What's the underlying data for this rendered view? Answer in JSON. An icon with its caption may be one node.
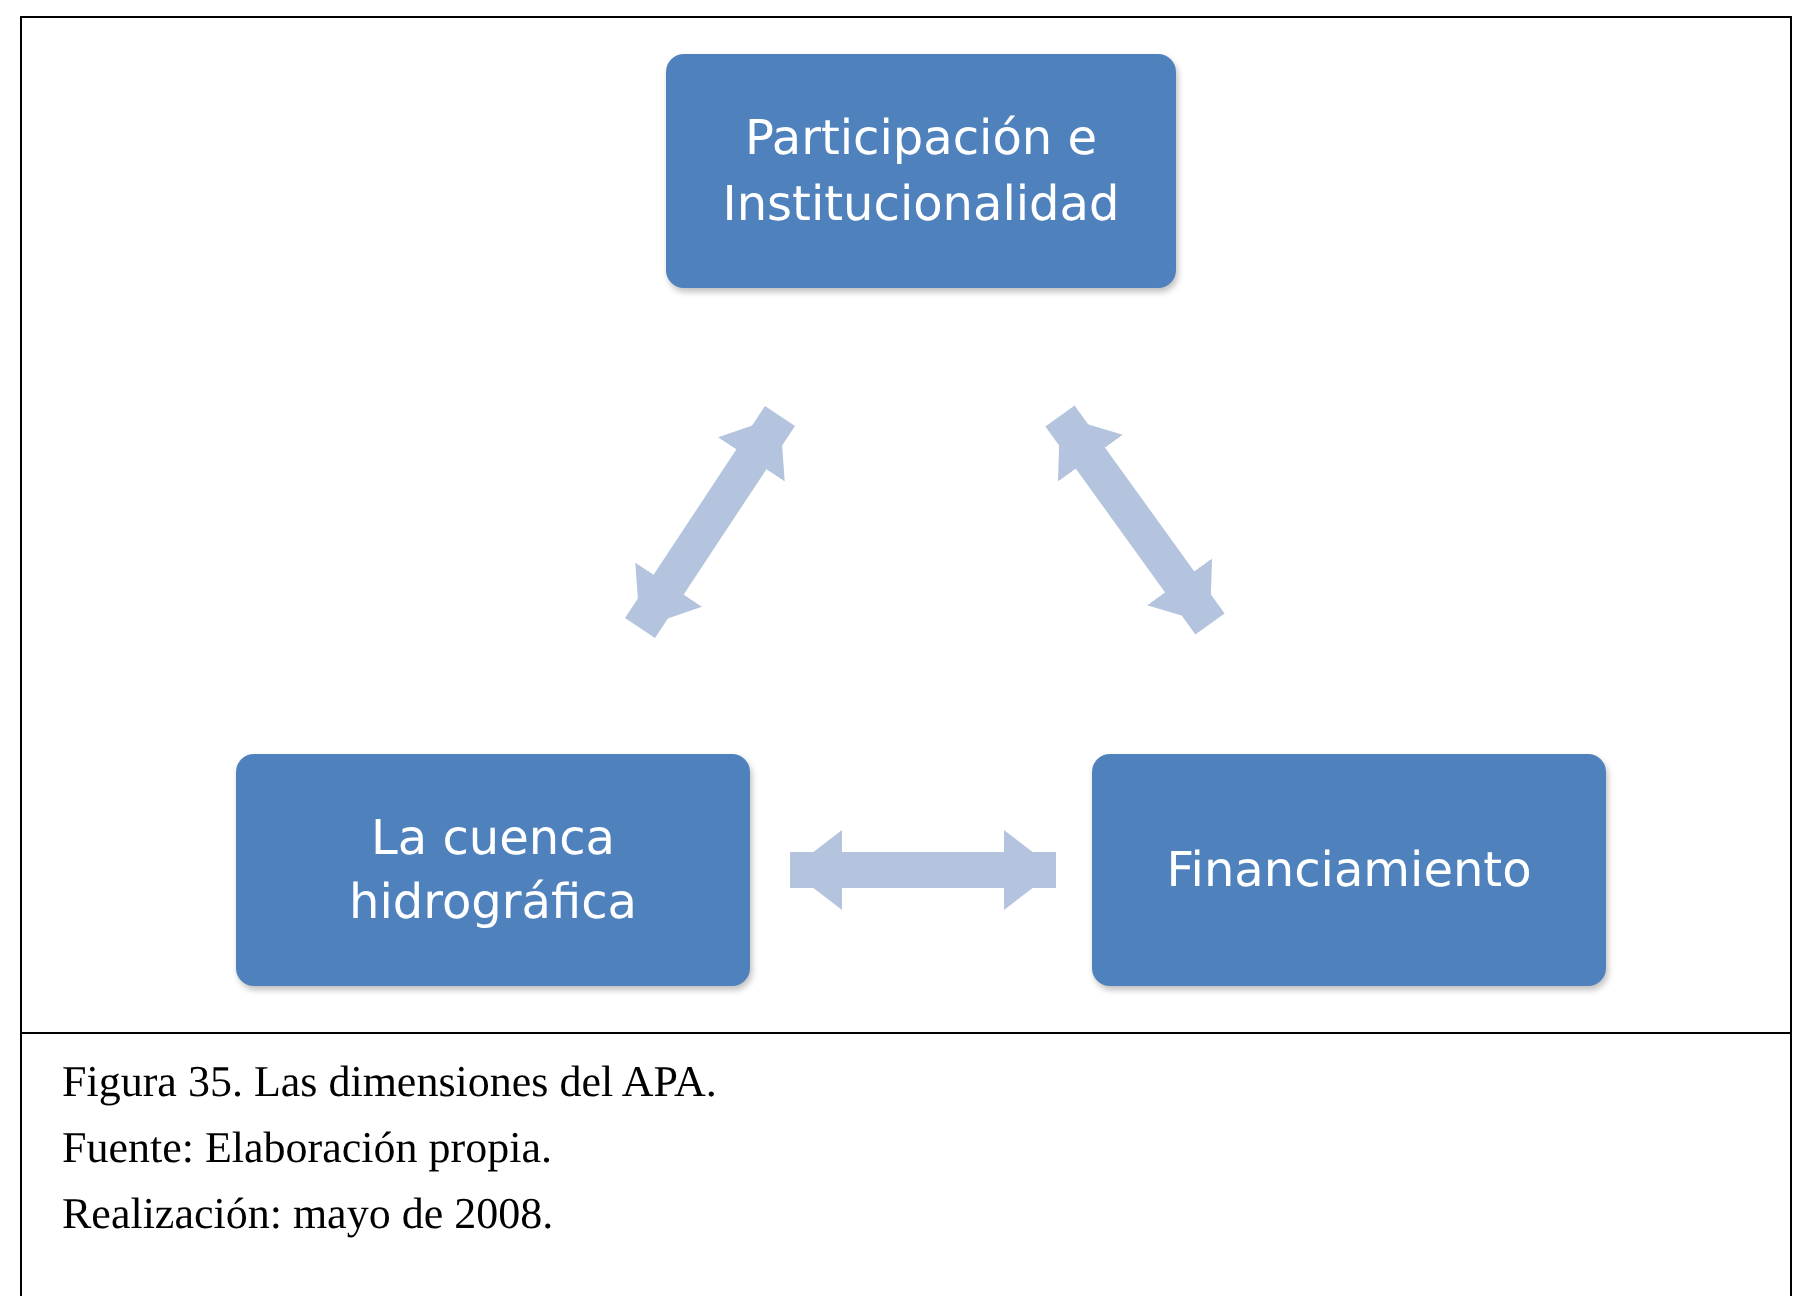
{
  "diagram": {
    "caption": "Figura 35.  Las dimensiones del APA.",
    "nodes": [
      {
        "text": [
          "Participación e Institucionalidad"
        ]
      },
      {
        "text": [
          "La cuenca hidrográfica"
        ]
      },
      {
        "text": [
          "Financiamiento"
        ]
      }
    ],
    "edges": [
      {
        "from": 0,
        "to": 1,
        "arrow": "both"
      },
      {
        "from": 0,
        "to": 2,
        "arrow": "both"
      },
      {
        "from": 1,
        "to": 2,
        "arrow": "both"
      }
    ],
    "labels": [
      "Fuente: Elaboración propia.",
      "Realización: mayo de 2008."
    ]
  }
}
